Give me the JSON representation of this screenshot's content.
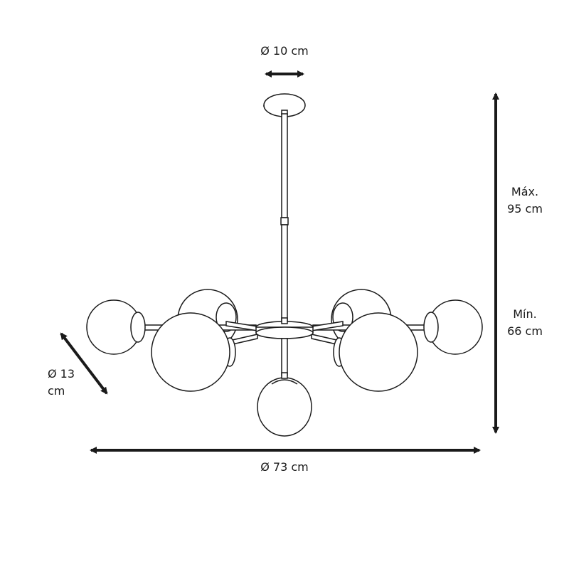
{
  "dimensions": {
    "canopy_diameter": "Ø 10 cm",
    "height_max_line1": "Máx.",
    "height_max_line2": "95 cm",
    "height_min_line1": "Mín.",
    "height_min_line2": "66 cm",
    "globe_diameter_line1": "Ø 13",
    "globe_diameter_line2": "cm",
    "total_diameter": "Ø 73 cm"
  },
  "colors": {
    "line": "#1a1a1a",
    "background": "#ffffff"
  }
}
